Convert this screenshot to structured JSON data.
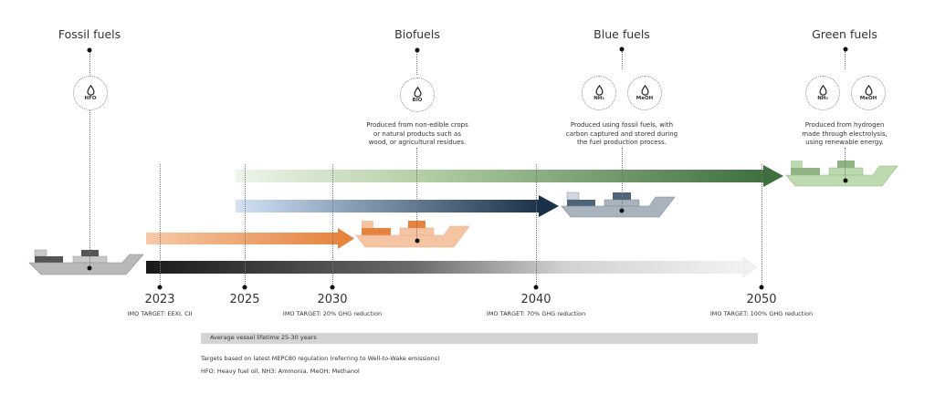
{
  "categories": [
    {
      "id": "fossil",
      "title": "Fossil fuels",
      "fuels": [
        {
          "label": "HFO"
        }
      ],
      "description": []
    },
    {
      "id": "bio",
      "title": "Biofuels",
      "fuels": [
        {
          "label": "BIO"
        }
      ],
      "description": [
        "Produced from non-edible crops",
        "or natural products such as",
        "wood, or agricultural residues."
      ]
    },
    {
      "id": "blue",
      "title": "Blue fuels",
      "fuels": [
        {
          "label": "NH₃"
        },
        {
          "label": "MeOH"
        }
      ],
      "description": [
        "Produced using fossil fuels, with",
        "carbon captured and stored during",
        "the fuel production process."
      ]
    },
    {
      "id": "green",
      "title": "Green fuels",
      "fuels": [
        {
          "label": "NH₃"
        },
        {
          "label": "MeOH"
        }
      ],
      "description": [
        "Produced from hydrogen",
        "made through electrolysis,",
        "using renewable energy."
      ]
    }
  ],
  "milestones": [
    {
      "year": "2023",
      "target": "IMO TARGET: EEXI, CII"
    },
    {
      "year": "2025",
      "target": ""
    },
    {
      "year": "2030",
      "target": "IMO TARGET: 20% GHG reduction"
    },
    {
      "year": "2040",
      "target": "IMO TARGET: 70% GHG reduction"
    },
    {
      "year": "2050",
      "target": "IMO TARGET: 100% GHG reduction"
    }
  ],
  "colors": {
    "fossil_dark": "#1e1e1e",
    "fossil_ship": "#b8b8b8",
    "bio": "#e8884a",
    "bio_light": "#f5c4a2",
    "blue": "#1d3550",
    "blue_light": "#c9dcf0",
    "blue_ship": "#a9b3bd",
    "green": "#3f6f3f",
    "green_light": "#e4efdf",
    "green_ship": "#bcd9b0"
  },
  "footer": {
    "lifetime_label": "Average vessel lifetime 25-30 years",
    "note1": "Targets based on latest MEPC80 regulation (referring to Well-to-Wake emissions)",
    "note2": "HFO: Heavy fuel oil. NH3: Ammonia. MeOH: Methanol"
  }
}
